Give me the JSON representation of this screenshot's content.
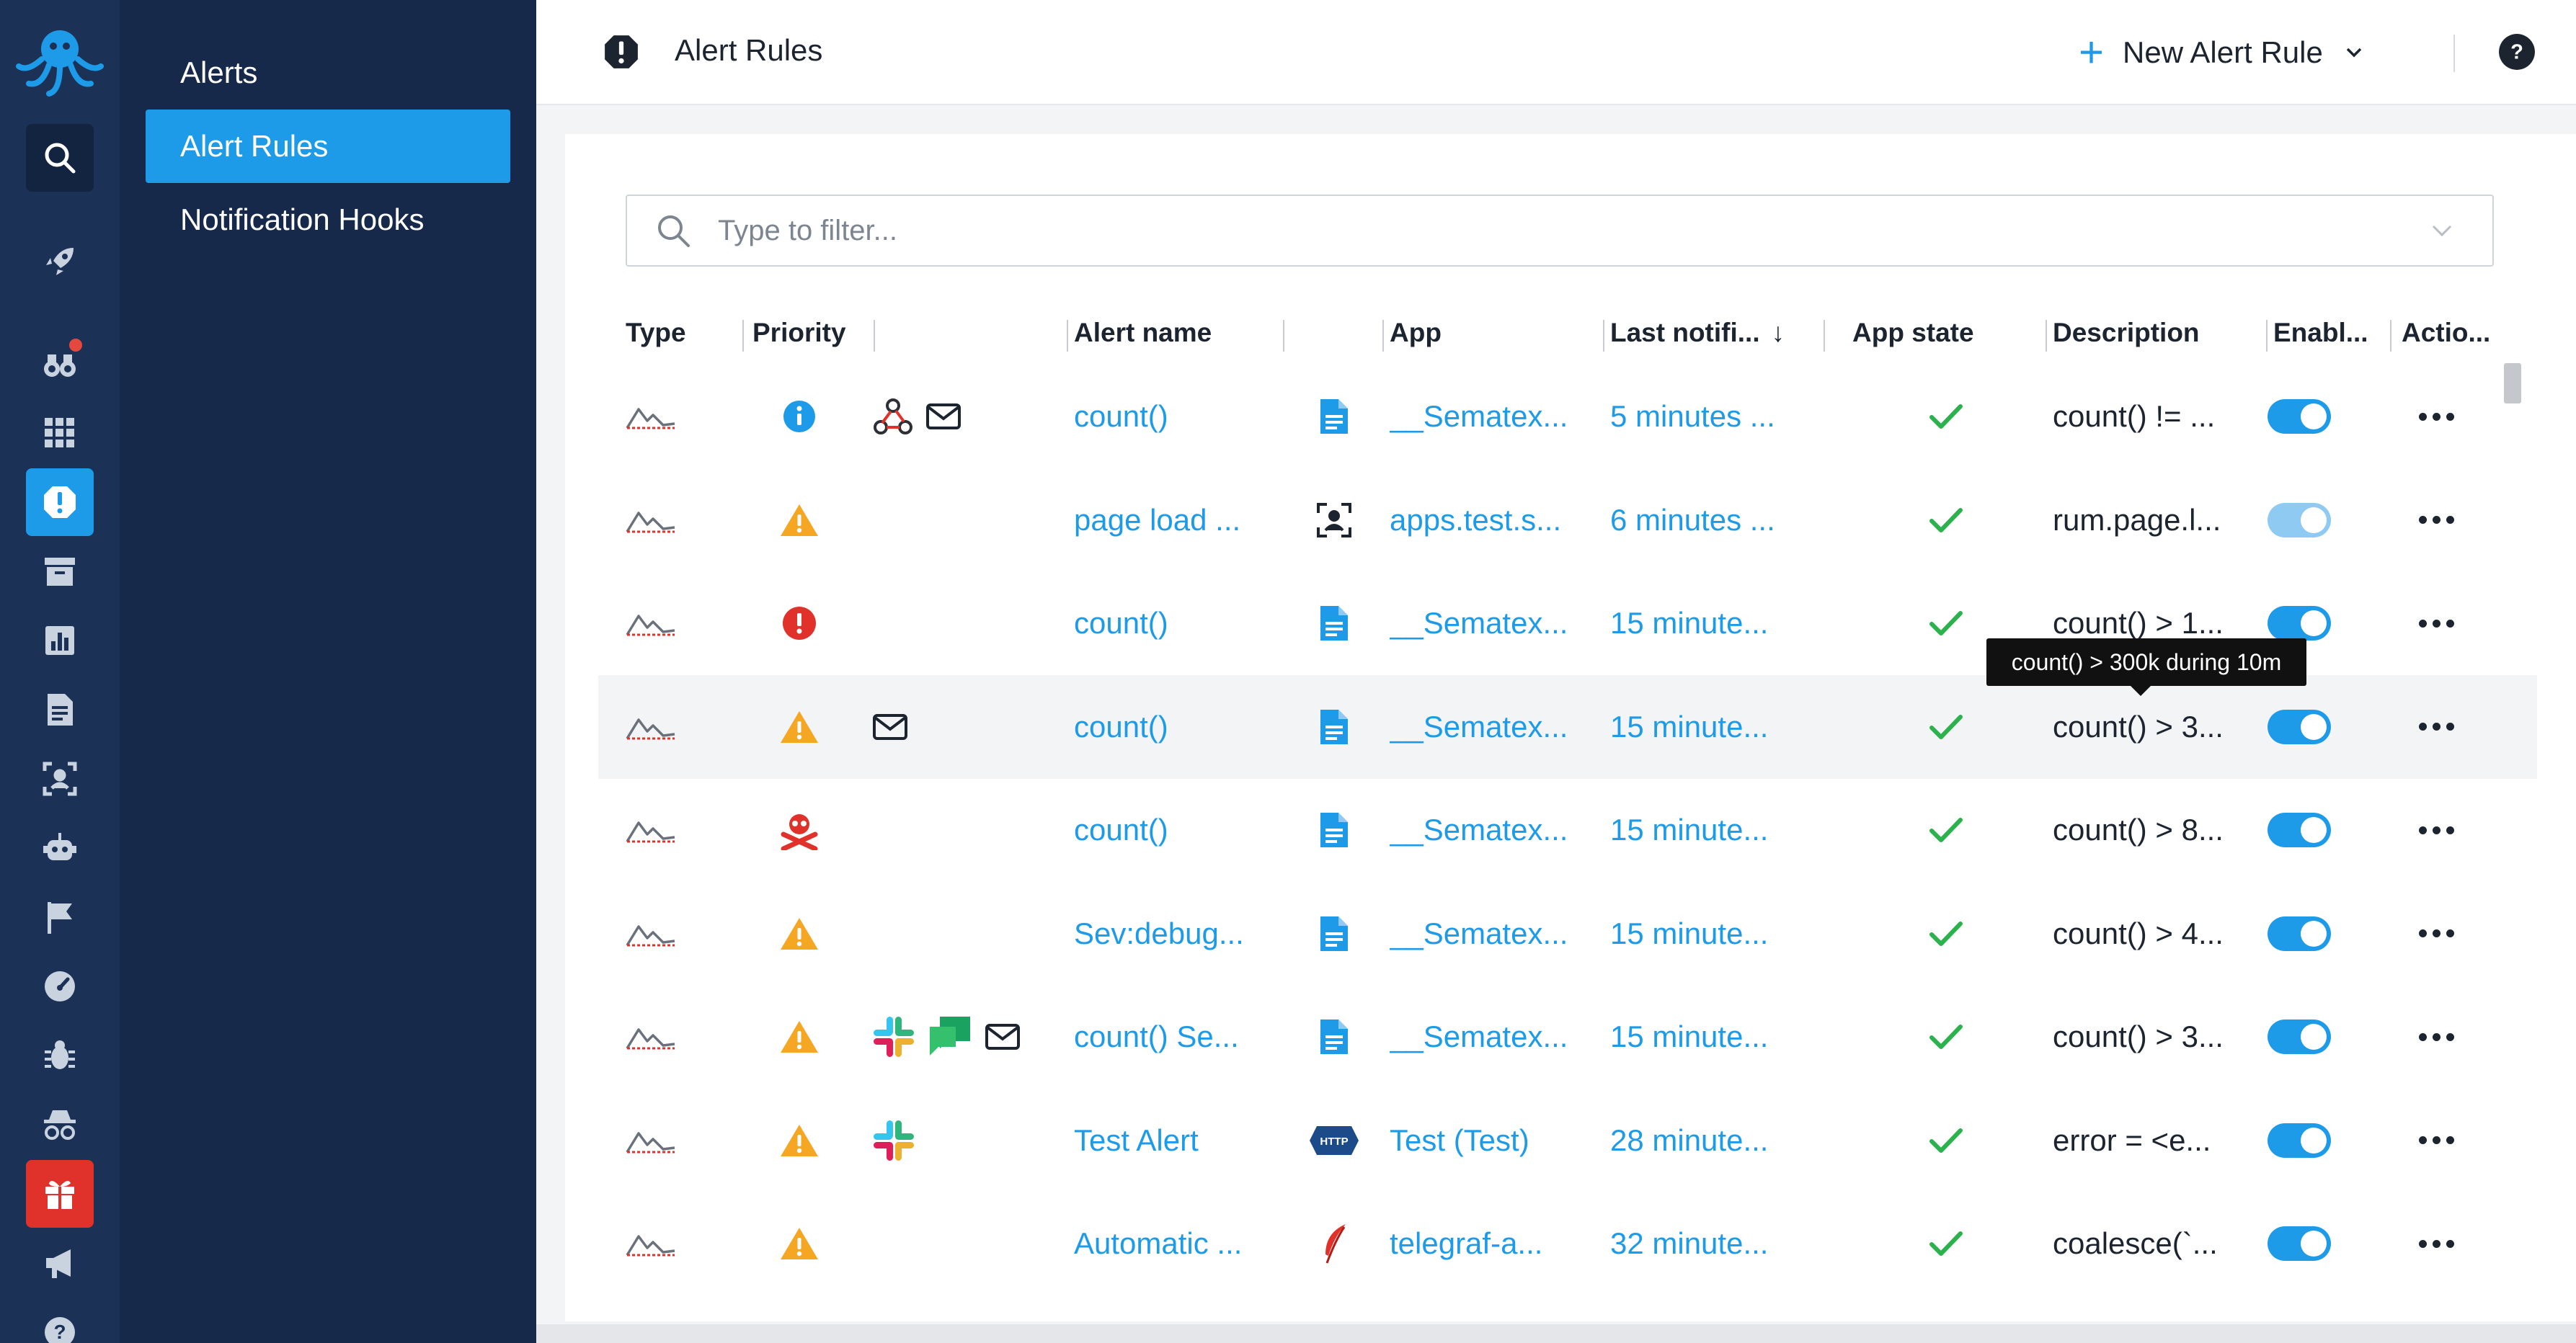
{
  "sidebar": {
    "icons": [
      "octopus-logo",
      "search-icon",
      "rocket-icon",
      "binoculars-icon",
      "apps-grid-icon",
      "alert-icon",
      "archive-icon",
      "chart-icon",
      "document-icon",
      "user-scan-icon",
      "robot-icon",
      "flag-icon",
      "speedometer-icon",
      "bug-icon",
      "spy-icon",
      "gift-icon",
      "megaphone-icon",
      "help-icon"
    ]
  },
  "subnav": {
    "items": [
      {
        "label": "Alerts"
      },
      {
        "label": "Alert Rules"
      },
      {
        "label": "Notification Hooks"
      }
    ]
  },
  "header": {
    "title": "Alert Rules",
    "new_rule_label": "New Alert Rule"
  },
  "filter": {
    "placeholder": "Type to filter..."
  },
  "table": {
    "columns": {
      "type": "Type",
      "priority": "Priority",
      "alert_name": "Alert name",
      "app": "App",
      "last_notified": "Last notifi...",
      "sort_indicator": "↓",
      "app_state": "App state",
      "description": "Description",
      "enabled": "Enabl...",
      "actions": "Actio..."
    },
    "rows": [
      {
        "priority": "info",
        "hooks": [
          "webhook",
          "email"
        ],
        "name": "count()",
        "app_icon": "logs",
        "app": "__Sematex...",
        "last": "5 minutes ...",
        "state": "ok",
        "desc": "count() != ...",
        "enabled": true
      },
      {
        "priority": "warning",
        "hooks": [],
        "name": "page load ...",
        "app_icon": "rum",
        "app": "apps.test.s...",
        "last": "6 minutes ...",
        "state": "ok",
        "desc": "rum.page.l...",
        "enabled": true
      },
      {
        "priority": "error",
        "hooks": [],
        "name": "count()",
        "app_icon": "logs",
        "app": "__Sematex...",
        "last": "15 minute...",
        "state": "ok",
        "desc": "count() > 1...",
        "enabled": true
      },
      {
        "priority": "warning",
        "hooks": [
          "email"
        ],
        "name": "count()",
        "app_icon": "logs",
        "app": "__Sematex...",
        "last": "15 minute...",
        "state": "ok",
        "desc": "count() > 3...",
        "enabled": true
      },
      {
        "priority": "critical",
        "hooks": [],
        "name": "count()",
        "app_icon": "logs",
        "app": "__Sematex...",
        "last": "15 minute...",
        "state": "ok",
        "desc": "count() > 8...",
        "enabled": true
      },
      {
        "priority": "warning",
        "hooks": [],
        "name": "Sev:debug...",
        "app_icon": "logs",
        "app": "__Sematex...",
        "last": "15 minute...",
        "state": "ok",
        "desc": "count() > 4...",
        "enabled": true
      },
      {
        "priority": "warning",
        "hooks": [
          "slack",
          "chat",
          "email"
        ],
        "name": "count() Se...",
        "app_icon": "logs",
        "app": "__Sematex...",
        "last": "15 minute...",
        "state": "ok",
        "desc": "count() > 3...",
        "enabled": true
      },
      {
        "priority": "warning",
        "hooks": [
          "slack"
        ],
        "name": "Test Alert",
        "app_icon": "http",
        "app": "Test (Test)",
        "last": "28 minute...",
        "state": "ok",
        "desc": "error = <e...",
        "enabled": true
      },
      {
        "priority": "warning",
        "hooks": [],
        "name": "Automatic ...",
        "app_icon": "feather",
        "app": "telegraf-a...",
        "last": "32 minute...",
        "state": "ok",
        "desc": "coalesce(`...",
        "enabled": true
      }
    ]
  },
  "tooltip": {
    "text": "count() > 300k during 10m"
  },
  "colors": {
    "accent": "#1e9be8",
    "rail": "#1c3156",
    "subnav": "#17294b",
    "warning": "#f5a623",
    "error": "#e0322a",
    "ok": "#2bb24c"
  }
}
